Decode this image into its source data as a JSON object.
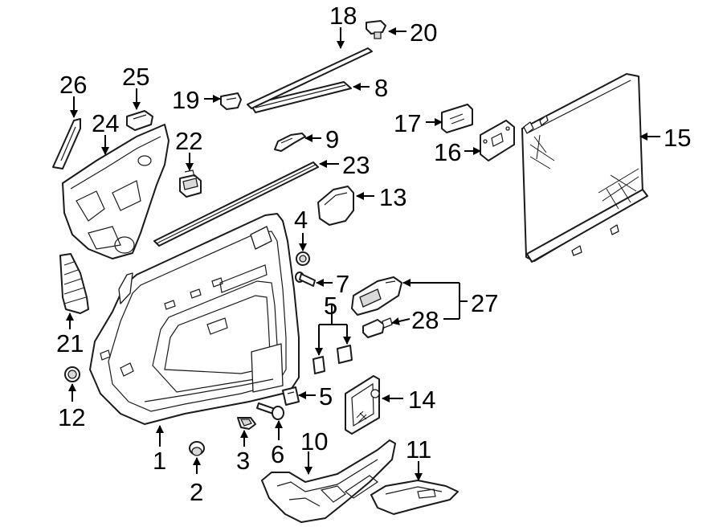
{
  "callouts": {
    "c1": "1",
    "c2": "2",
    "c3": "3",
    "c4": "4",
    "c5a": "5",
    "c5b": "5",
    "c6": "6",
    "c7": "7",
    "c8": "8",
    "c9": "9",
    "c10": "10",
    "c11": "11",
    "c12": "12",
    "c13": "13",
    "c14": "14",
    "c15": "15",
    "c16": "16",
    "c17": "17",
    "c18": "18",
    "c19": "19",
    "c20": "20",
    "c21": "21",
    "c22": "22",
    "c23": "23",
    "c24": "24",
    "c25": "25",
    "c26": "26",
    "c27": "27",
    "c28": "28"
  },
  "colors": {
    "line": "#1a1a1a",
    "background": "#ffffff"
  }
}
